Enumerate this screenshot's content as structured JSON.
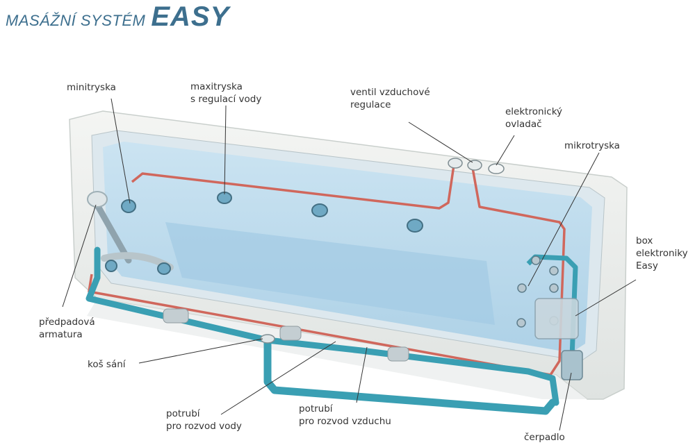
{
  "header": {
    "title_prefix": "MASÁŽNÍ SYSTÉM",
    "title_brand": "EASY"
  },
  "labels": {
    "minitryska": "minitryska",
    "maxitryska": "maxitryska\ns regulací vody",
    "ventil": "ventil vzduchové\nregulace",
    "ovladac": "elektronický\novladač",
    "mikrotryska": "mikrotryska",
    "box": "box\nelektroniky\nEasy",
    "armatura": "předpadová\narmatura",
    "kos": "koš sání",
    "potrubi_voda": "potrubí\npro rozvod vody",
    "potrubi_vzduch": "potrubí\npro rozvod vzduchu",
    "cerpadlo": "čerpadlo"
  },
  "colors": {
    "title": "#3d6f8e",
    "water_pipe": "#3a9fb3",
    "air_pipe": "#d0675c",
    "water_fill": "#b9d9ec",
    "tub_rim": "#e9ecea",
    "leader": "#333333"
  }
}
